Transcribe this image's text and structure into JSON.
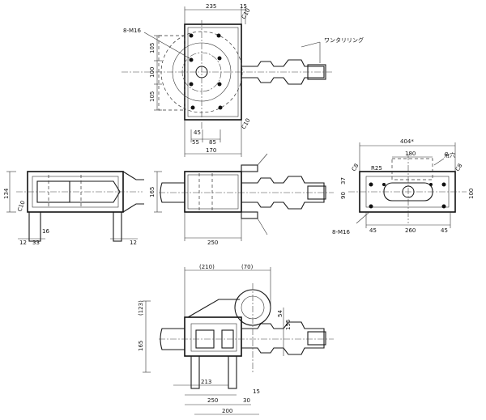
{
  "annotations": {
    "holes_top": "8-M16",
    "holes_right": "8-M16",
    "ring_label": "ワンタリリング",
    "square_hole": "角穴",
    "chamfer": "C10",
    "chamfer2": "C8",
    "rad": "R25"
  },
  "dims": {
    "d235": "235",
    "d15a": "15",
    "d105a": "105",
    "d100a": "100",
    "d105b": "105",
    "d45a": "45",
    "d55": "55",
    "d85": "85",
    "d170": "170",
    "d134": "134",
    "d12a": "12",
    "d33": "33",
    "d16": "16",
    "d12b": "12",
    "d165": "165",
    "d250a": "250",
    "d404": "404*",
    "d180": "180",
    "d37": "37",
    "d90": "90",
    "d100b": "100",
    "d45b": "45",
    "d260": "260",
    "d45c": "45",
    "d210": "(210)",
    "d70": "(70)",
    "d123": "(123)",
    "d165b": "165",
    "d213": "213",
    "d250b": "250",
    "d30": "30",
    "d15b": "15",
    "d200": "200",
    "d155": "155",
    "d54": "54"
  }
}
